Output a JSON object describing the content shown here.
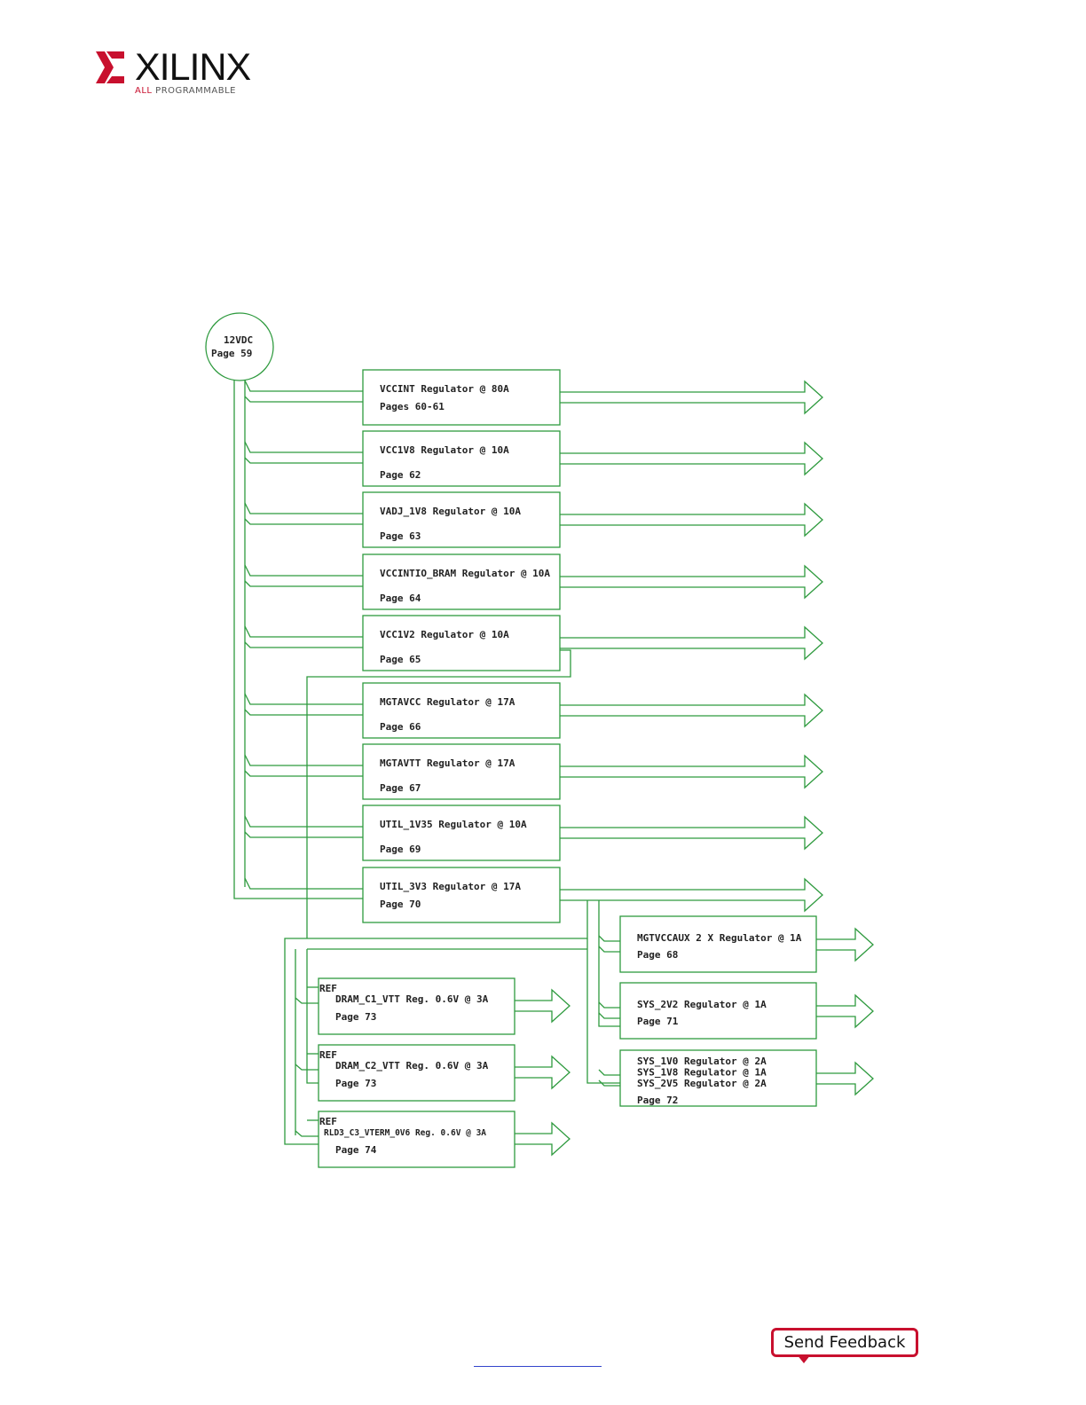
{
  "logo": {
    "brand": "XILINX",
    "tagline_prefix": "ALL",
    "tagline_rest": " PROGRAMMABLE"
  },
  "diagram": {
    "source": {
      "line1": "12VDC",
      "line2": "Page 59"
    },
    "regulators": [
      {
        "line1": "VCCINT Regulator @ 80A",
        "line2": "Pages 60-61"
      },
      {
        "line1": "VCC1V8 Regulator @ 10A",
        "line2": "Page 62"
      },
      {
        "line1": "VADJ_1V8 Regulator @ 10A",
        "line2": "Page 63"
      },
      {
        "line1": "VCCINTIO_BRAM  Regulator @ 10A",
        "line2": "Page 64"
      },
      {
        "line1": "VCC1V2 Regulator @ 10A",
        "line2": "Page 65"
      },
      {
        "line1": "MGTAVCC Regulator @ 17A",
        "line2": "Page 66"
      },
      {
        "line1": "MGTAVTT Regulator @ 17A",
        "line2": "Page 67"
      },
      {
        "line1": "UTIL_1V35 Regulator @ 10A",
        "line2": "Page 69"
      },
      {
        "line1": "UTIL_3V3 Regulator @ 17A",
        "line2": "Page 70"
      }
    ],
    "ref_regulators": [
      {
        "ref": "REF",
        "line1": "DRAM_C1_VTT Reg. 0.6V @ 3A",
        "line2": "Page 73"
      },
      {
        "ref": "REF",
        "line1": "DRAM_C2_VTT Reg. 0.6V @ 3A",
        "line2": "Page 73"
      },
      {
        "ref": "REF",
        "line1": "RLD3_C3_VTERM_0V6 Reg. 0.6V @ 3A",
        "line2": "Page 74"
      }
    ],
    "sub_regulators": [
      {
        "lines": [
          "MGTVCCAUX 2 X Regulator @ 1A"
        ],
        "page": "Page 68"
      },
      {
        "lines": [
          "SYS_2V2   Regulator @ 1A"
        ],
        "page": "Page 71"
      },
      {
        "lines": [
          "SYS_1V0 Regulator @ 2A",
          "SYS_1V8 Regulator @ 1A",
          "SYS_2V5 Regulator @ 2A"
        ],
        "page": "Page 72"
      }
    ]
  },
  "footer": {
    "send_feedback": "Send Feedback"
  },
  "colors": {
    "line": "#2e9a3e",
    "brand_red": "#c8102e"
  }
}
